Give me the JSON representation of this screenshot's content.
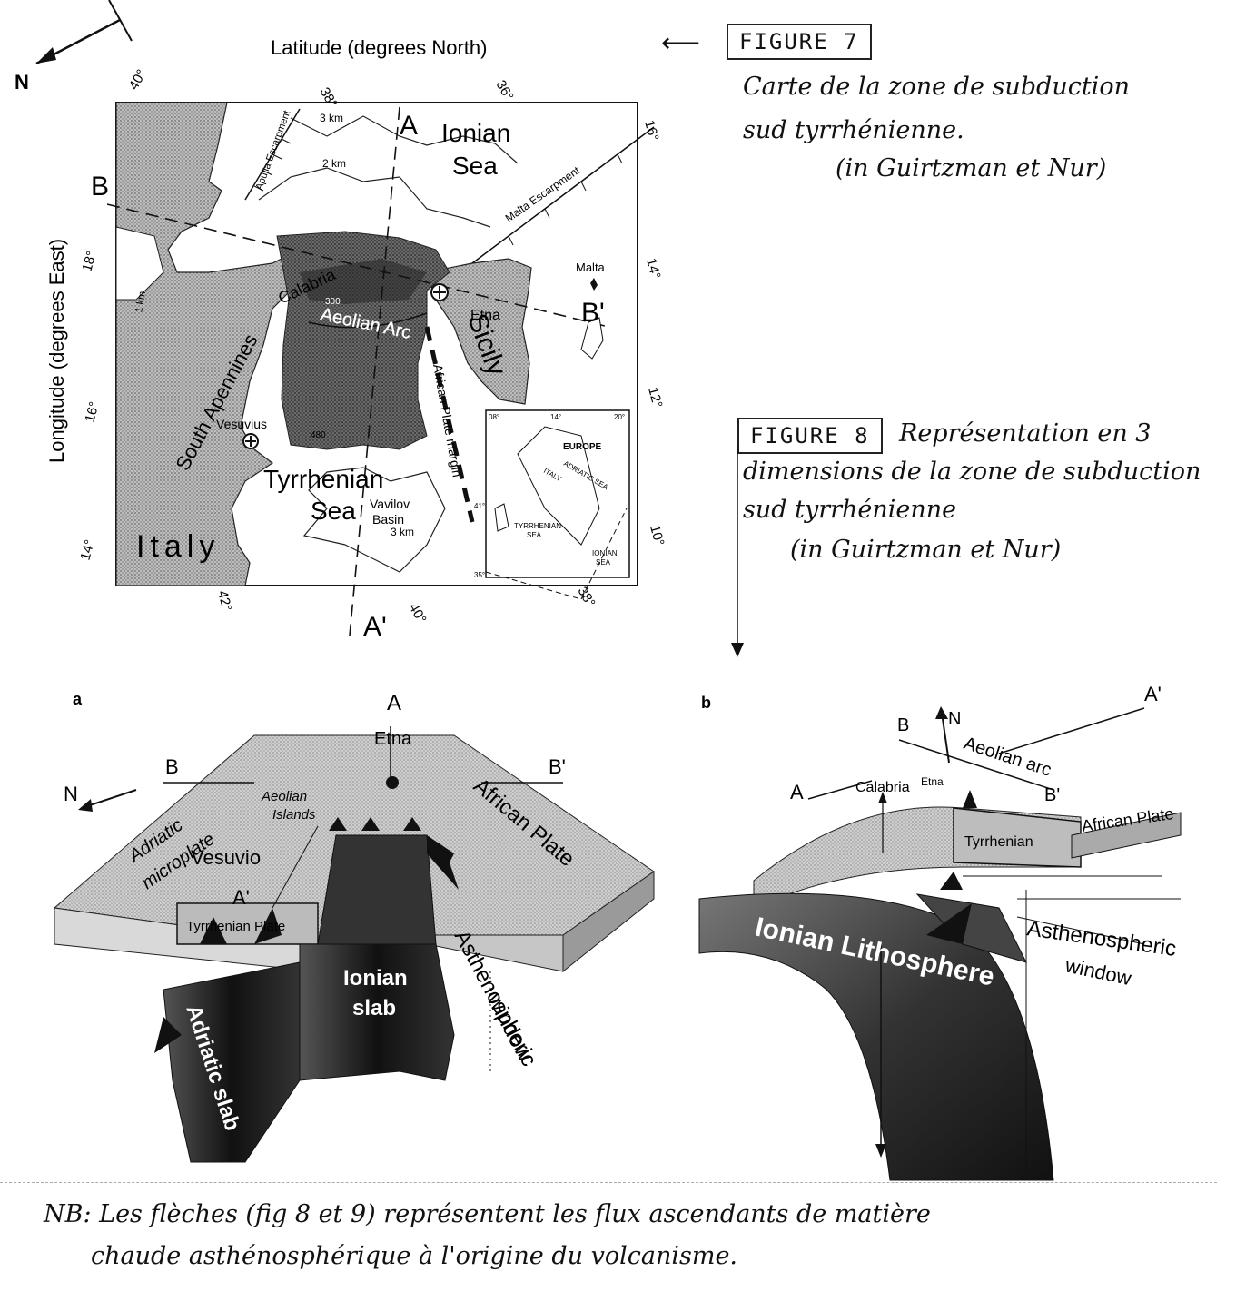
{
  "fig7": {
    "label": "FIGURE 7",
    "caption_l1": "Carte de la zone de subduction",
    "caption_l2": "sud tyrrhénienne.",
    "caption_l3": "(in Guirtzman et Nur)"
  },
  "fig8": {
    "label": "FIGURE 8",
    "caption_l1": "Représentation en 3",
    "caption_l2": "dimensions de la zone de subduction",
    "caption_l3": "sud tyrrhénienne",
    "caption_l4": "(in Guirtzman et Nur)"
  },
  "map": {
    "north": "N",
    "lat_axis": "Latitude (degrees North)",
    "lon_axis": "Longitude (degrees East)",
    "lat_ticks": [
      "40°",
      "38°",
      "36°",
      "40°",
      "38°"
    ],
    "lon_ticks": [
      "18°",
      "16°",
      "14°",
      "16°",
      "14°",
      "12°",
      "10°",
      "42°"
    ],
    "ionian_1": "Ionian",
    "ionian_2": "Sea",
    "tyrr_1": "Tyrrhenian",
    "tyrr_2": "Sea",
    "vavilov_1": "Vavilov",
    "vavilov_2": "Basin",
    "italy": "Italy",
    "sicily": "Sicily",
    "calabria": "Calabria",
    "south_apennines": "South Apennines",
    "aeolian_arc": "Aeolian Arc",
    "african_margin": "African Plate margin",
    "malta_escarpment": "Malta Escarpment",
    "apulia_escarpment": "Apulia Escarpment",
    "etna": "Etna",
    "vesuvius": "Vesuvius",
    "malta": "Malta",
    "depth_3km": "3 km",
    "depth_2km": "2 km",
    "depth_1km": "1 km",
    "depth_3km_b": "3 km",
    "contour_300": "300",
    "contour_480": "480",
    "A": "A",
    "A_prime": "A'",
    "B": "B",
    "B_prime": "B'",
    "inset": {
      "europe": "EUROPE",
      "italy": "ITALY",
      "adriatic": "ADRIATIC SEA",
      "tyrrhenian_1": "TYRRHENIAN",
      "tyrrhenian_2": "SEA",
      "ionian_1": "IONIAN",
      "ionian_2": "SEA",
      "ticks": [
        "08°",
        "14°",
        "20°",
        "41°",
        "35°"
      ]
    }
  },
  "diag_a": {
    "letter": "a",
    "A": "A",
    "A_prime": "A'",
    "B": "B",
    "B_prime": "B'",
    "N": "N",
    "etna": "Etna",
    "aeolian_1": "Aeolian",
    "aeolian_2": "Islands",
    "adriatic_micro_1": "Adriatic",
    "adriatic_micro_2": "microplate",
    "vesuvio": "Vesuvio",
    "tyrrhenian_plate": "Tyrrhenian Plate",
    "african_plate": "African Plate",
    "ionian_1": "Ionian",
    "ionian_2": "slab",
    "adriatic_slab": "Adriatic slab",
    "astheno_1": "Asthenospheric",
    "astheno_2": "window"
  },
  "diag_b": {
    "letter": "b",
    "A": "A",
    "A_prime": "A'",
    "B": "B",
    "B_prime": "B'",
    "N": "N",
    "aeolian_arc": "Aeolian arc",
    "calabria": "Calabria",
    "etna": "Etna",
    "african_plate": "African Plate",
    "tyrrhenian": "Tyrrhenian",
    "ionian_lith": "Ionian Lithosphere",
    "astheno_1": "Asthenospheric",
    "astheno_2": "window"
  },
  "nb": {
    "line1": "NB: Les flèches (fig 8 et 9) représentent les flux ascendants de matière",
    "line2": "chaude asthénosphérique à l'origine du volcanisme."
  }
}
